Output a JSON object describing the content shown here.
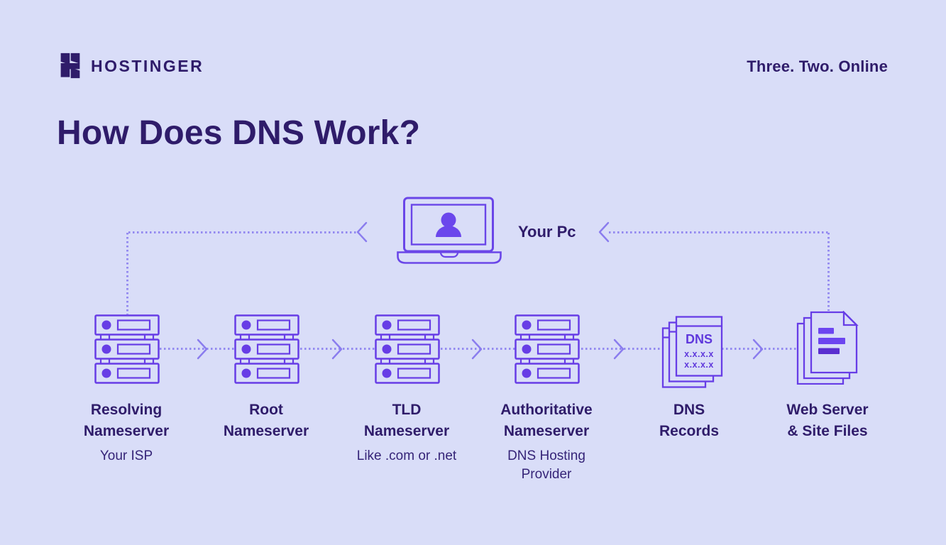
{
  "colors": {
    "background": "#D9DDF8",
    "brand_dark": "#2F1C6A",
    "icon_purple": "#673DE6",
    "connector_purple": "#948AF0"
  },
  "header": {
    "brand": "HOSTINGER",
    "tagline": "Three. Two. Online"
  },
  "title": "How Does DNS Work?",
  "pc": {
    "label": "Your Pc"
  },
  "nodes": [
    {
      "id": "resolving-nameserver",
      "icon": "server",
      "title_lines": [
        "Resolving",
        "Nameserver"
      ],
      "subtitle_lines": [
        "Your ISP"
      ]
    },
    {
      "id": "root-nameserver",
      "icon": "server",
      "title_lines": [
        "Root",
        "Nameserver"
      ],
      "subtitle_lines": []
    },
    {
      "id": "tld-nameserver",
      "icon": "server",
      "title_lines": [
        "TLD",
        "Nameserver"
      ],
      "subtitle_lines": [
        "Like .com or .net"
      ]
    },
    {
      "id": "authoritative-nameserver",
      "icon": "server",
      "title_lines": [
        "Authoritative",
        "Nameserver"
      ],
      "subtitle_lines": [
        "DNS Hosting",
        "Provider"
      ]
    },
    {
      "id": "dns-records",
      "icon": "dns-document-stack",
      "title_lines": [
        "DNS",
        "Records"
      ],
      "subtitle_lines": []
    },
    {
      "id": "web-server-site-files",
      "icon": "document-stack",
      "title_lines": [
        "Web Server",
        "& Site Files"
      ],
      "subtitle_lines": []
    }
  ],
  "dns_document": {
    "heading": "DNS",
    "value_lines": [
      "x.x.x.x",
      "x.x.x.x"
    ]
  }
}
